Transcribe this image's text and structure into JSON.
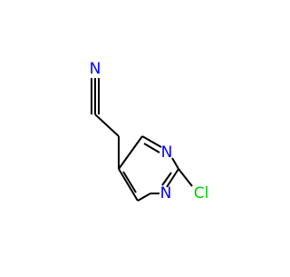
{
  "molecule": {
    "atoms": [
      {
        "id": "N_nitrile",
        "label": "N",
        "color": "#0000ff"
      },
      {
        "id": "N1",
        "label": "N",
        "color": "#0000ff"
      },
      {
        "id": "N3",
        "label": "N",
        "color": "#0000ff"
      },
      {
        "id": "Cl",
        "label": "Cl",
        "color": "#00cc00"
      }
    ],
    "bond_color": "#000000",
    "background": "#ffffff"
  }
}
